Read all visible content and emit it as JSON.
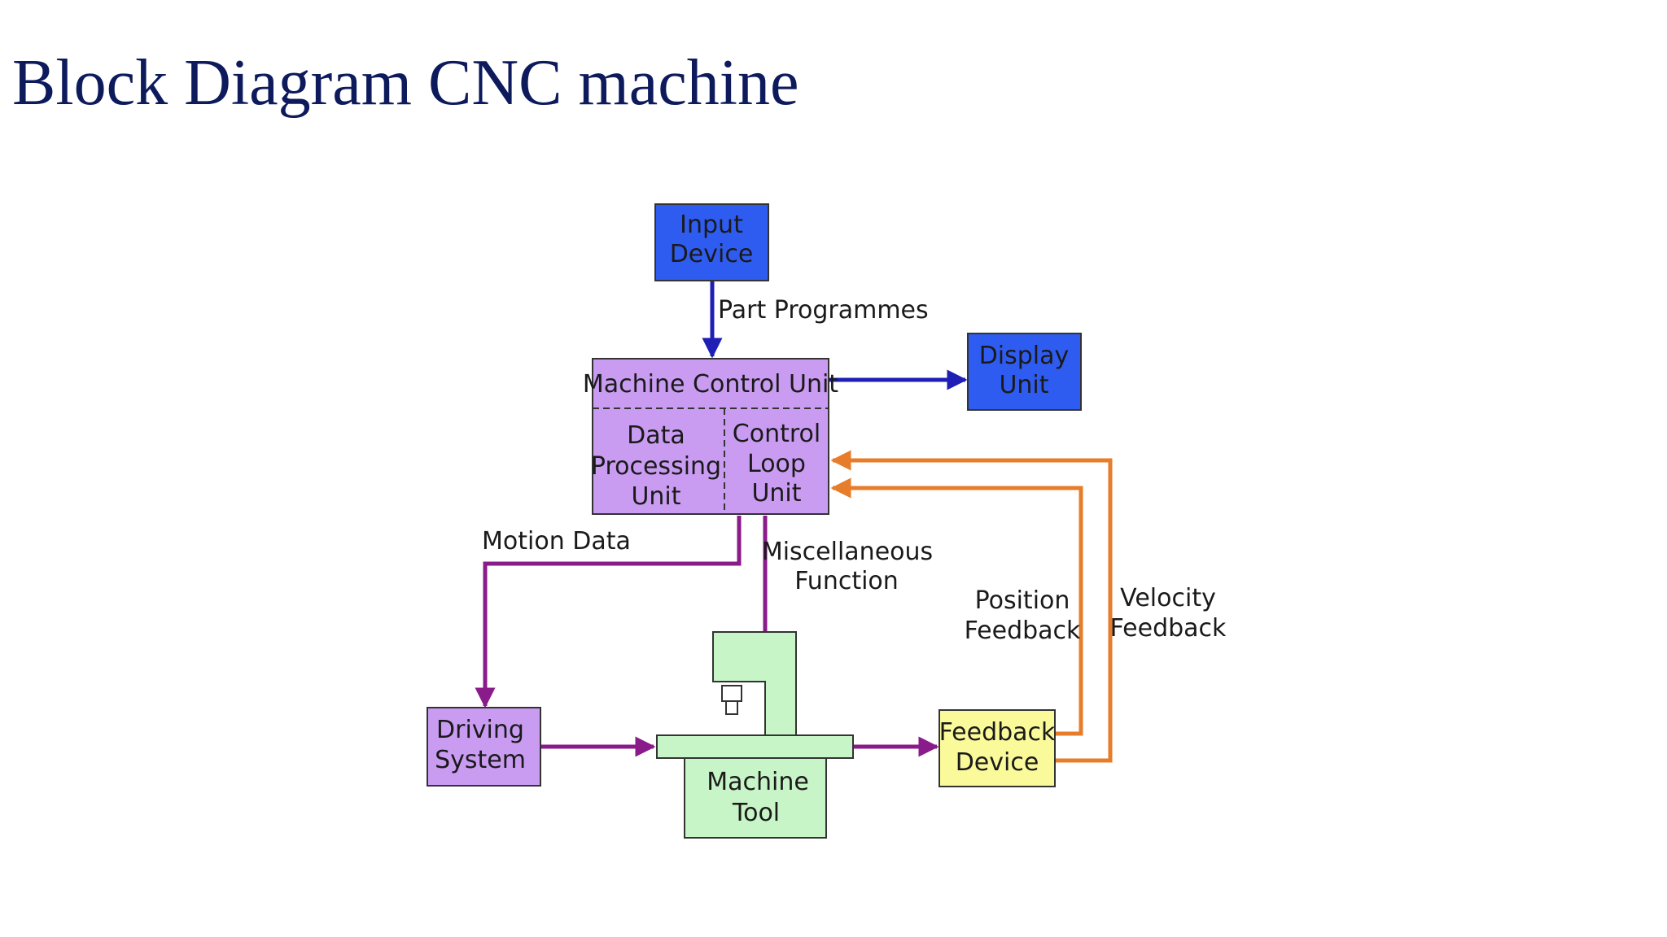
{
  "title": "Block Diagram CNC machine",
  "colors": {
    "title": "#0d1a5c",
    "blue_block": "#2f5cf0",
    "purple_block": "#c99cf2",
    "green_block": "#c8f5c8",
    "yellow_block": "#fafa9a",
    "blue_arrow": "#1f1fb5",
    "purple_arrow": "#8a1b8a",
    "orange_arrow": "#e77d2a"
  },
  "blocks": {
    "input_device": [
      "Input",
      "Device"
    ],
    "display_unit": [
      "Display",
      "Unit"
    ],
    "machine_control_unit": "Machine Control Unit",
    "data_processing_unit": [
      "Data",
      "Processing",
      "Unit"
    ],
    "control_loop_unit": [
      "Control",
      "Loop",
      "Unit"
    ],
    "driving_system": [
      "Driving",
      "System"
    ],
    "machine_tool": [
      "Machine",
      "Tool"
    ],
    "feedback_device": [
      "Feedback",
      "Device"
    ]
  },
  "edges": {
    "part_programmes": "Part Programmes",
    "motion_data": "Motion Data",
    "miscellaneous_function": [
      "Miscellaneous",
      "Function"
    ],
    "position_feedback": [
      "Position",
      "Feedback"
    ],
    "velocity_feedback": [
      "Velocity",
      "Feedback"
    ]
  }
}
